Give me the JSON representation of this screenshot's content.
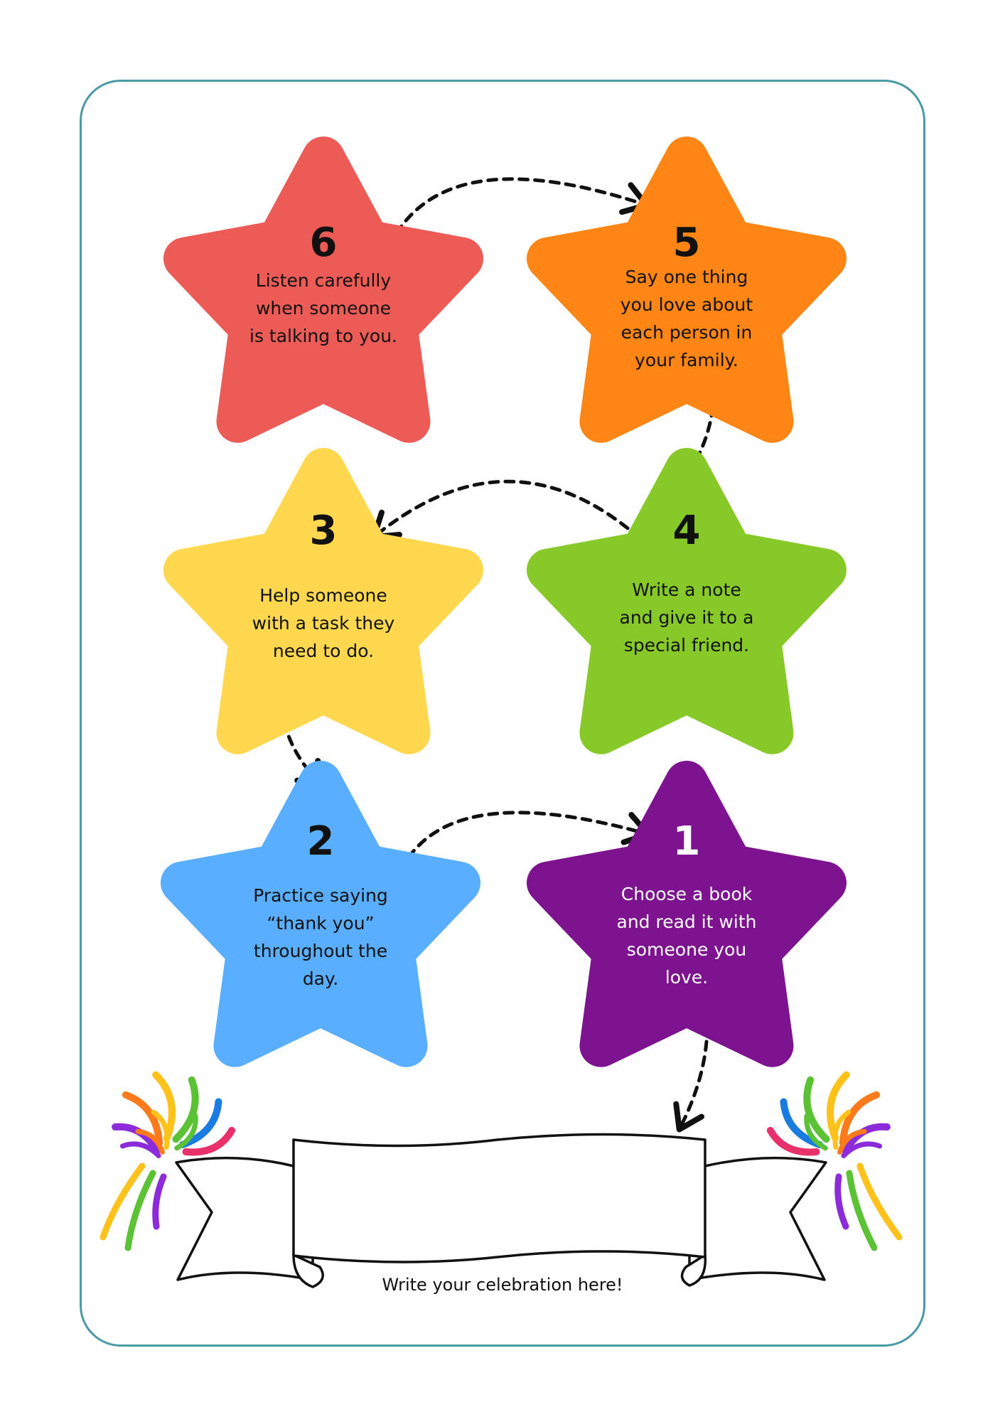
{
  "steps": [
    {
      "number": "6",
      "text": "Listen carefully\nwhen someone\nis talking to you.",
      "color": "#ed5b56",
      "text_color": "#111111"
    },
    {
      "number": "5",
      "text": "Say one thing\nyou love about\neach person in\nyour family.",
      "color": "#ff8515",
      "text_color": "#111111"
    },
    {
      "number": "4",
      "text": "Write a note\nand give it to a\nspecial friend.",
      "color": "#88c92a",
      "text_color": "#111111"
    },
    {
      "number": "3",
      "text": "Help someone\nwith a task they\nneed to do.",
      "color": "#ffd84f",
      "text_color": "#111111"
    },
    {
      "number": "2",
      "text": "Practice saying\n“thank you”\nthroughout the\nday.",
      "color": "#5aaeff",
      "text_color": "#111111"
    },
    {
      "number": "1",
      "text": "Choose a book\nand read it with\nsomeone you\nlove.",
      "color": "#7d138f",
      "text_color": "#ffffff"
    }
  ],
  "banner": {
    "caption": "Write your celebration here!"
  },
  "colors": {
    "frame": "#4a9aa5",
    "arrow": "#111111",
    "burst": [
      "#8c2bd9",
      "#ff7a1a",
      "#ffc21a",
      "#5bc236",
      "#1a7be0",
      "#e8306b"
    ]
  }
}
